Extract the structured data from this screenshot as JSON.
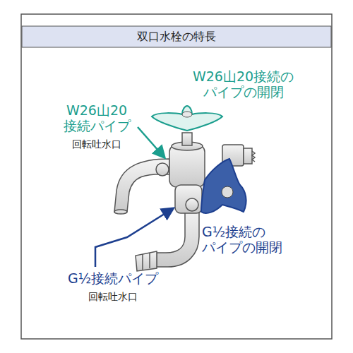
{
  "diagram": {
    "title": "双口水栓の特長",
    "labels": [
      "W26山20 接続パイプ",
      "回転吐水口",
      "W26山20接続の パイプの開閉",
      "G½接続の パイプの開閉",
      "G½接続パイプ",
      "回転吐水口"
    ]
  }
}
